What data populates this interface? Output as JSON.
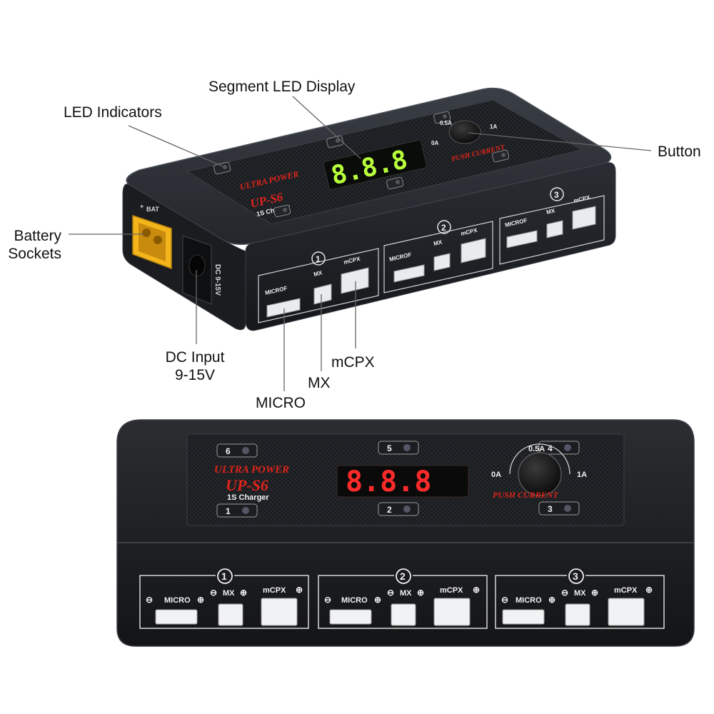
{
  "callouts": {
    "segment_led_display": "Segment LED Display",
    "led_indicators": "LED Indicators",
    "button": "Button",
    "battery_sockets_line1": "Battery",
    "battery_sockets_line2": "Sockets",
    "dc_input_line1": "DC Input",
    "dc_input_line2": "9-15V",
    "micro": "MICRO",
    "mx": "MX",
    "mcpx": "mCPX"
  },
  "device": {
    "brand": "ULTRA POWER",
    "model": "UP-S6",
    "subtitle": "1S Charger",
    "display_text": "8.8.8",
    "push_label": "PUSH CURRENT",
    "current_options": [
      "0A",
      "0.5A",
      "1A"
    ],
    "channel_leds": [
      "1",
      "2",
      "3",
      "4",
      "5",
      "6"
    ],
    "ports": [
      {
        "number": "1",
        "micro_label": "MICRO",
        "mx_label": "MX",
        "mcpx_label": "mCPX"
      },
      {
        "number": "2",
        "micro_label": "MICRO",
        "mx_label": "MX",
        "mcpx_label": "mCPX"
      },
      {
        "number": "3",
        "micro_label": "MICRO",
        "mx_label": "MX",
        "mcpx_label": "mCPX"
      }
    ],
    "top_ports_micro_label": "MICROF",
    "battery_label": "BAT",
    "dc_label": "DC 9-15V"
  },
  "colors": {
    "body": "#1f2227",
    "panel": "#15171a",
    "display_green": "#b8ff3a",
    "display_red": "#ff2b2b",
    "brand_red": "#e0241b",
    "xt60_yellow": "#f3b51b"
  }
}
